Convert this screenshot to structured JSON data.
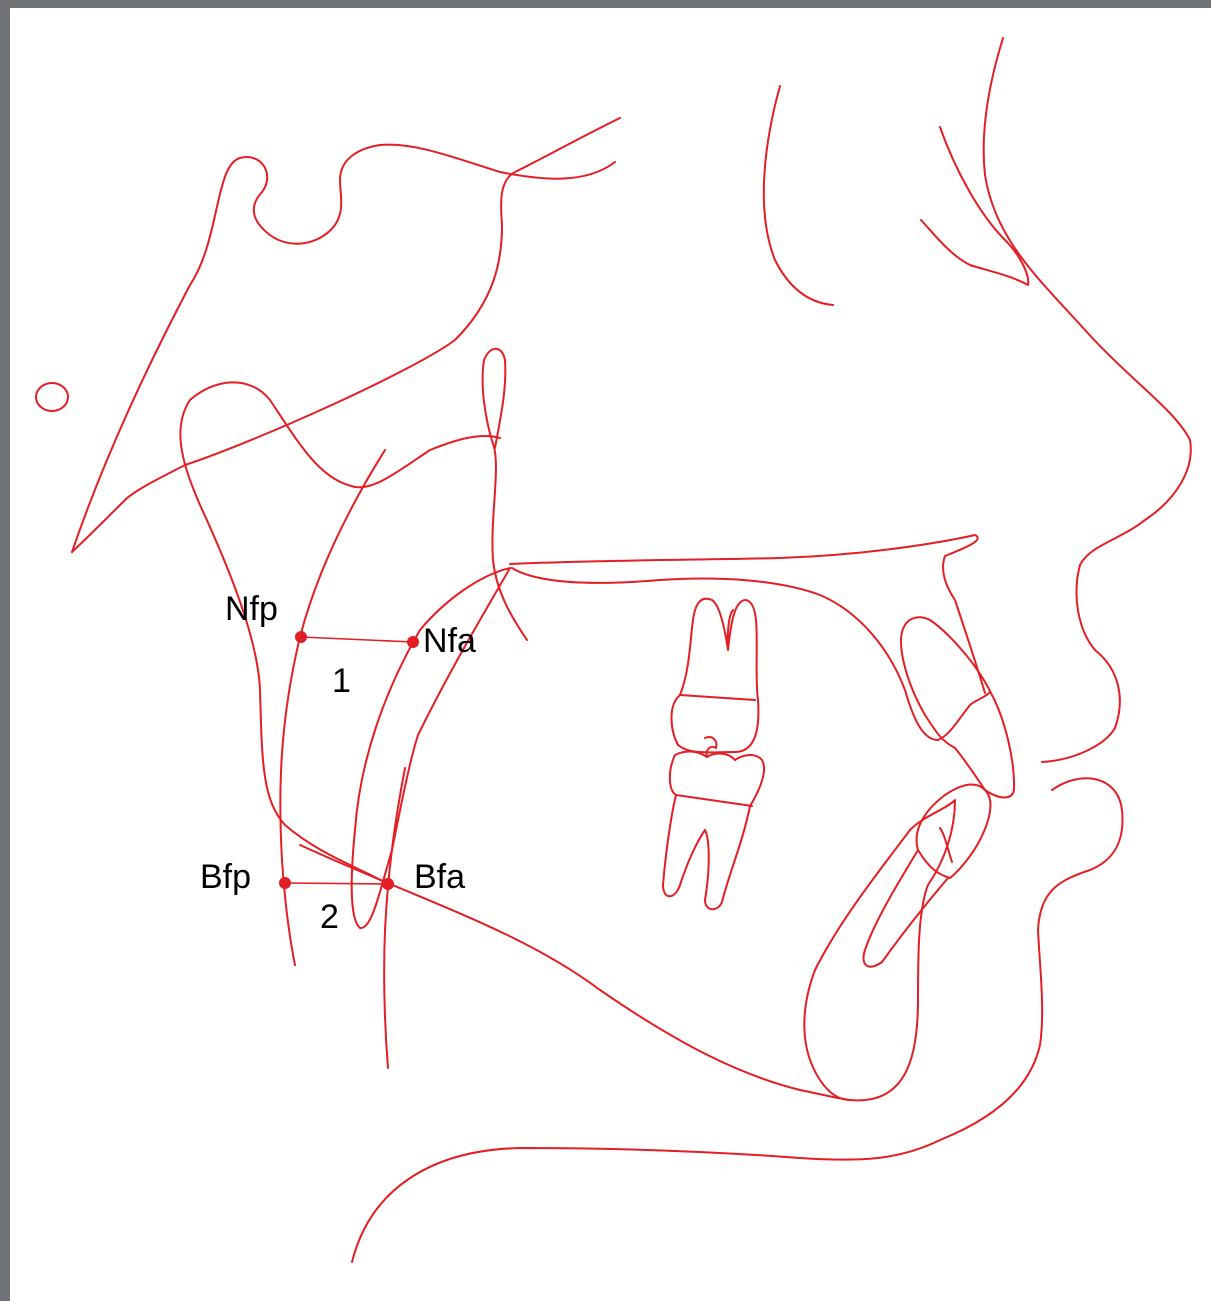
{
  "colors": {
    "trace": "#e31e24",
    "point": "#e31e24",
    "label": "#000000",
    "frame": "#6f7277"
  },
  "landmarks": [
    {
      "id": "nfp",
      "label": "Nfp"
    },
    {
      "id": "nfa",
      "label": "Nfa"
    },
    {
      "id": "bfp",
      "label": "Bfp"
    },
    {
      "id": "bfa",
      "label": "Bfa"
    }
  ],
  "measurements": [
    {
      "id": "m1",
      "label": "1",
      "from": "Nfp",
      "to": "Nfa"
    },
    {
      "id": "m2",
      "label": "2",
      "from": "Bfp",
      "to": "Bfa"
    }
  ]
}
